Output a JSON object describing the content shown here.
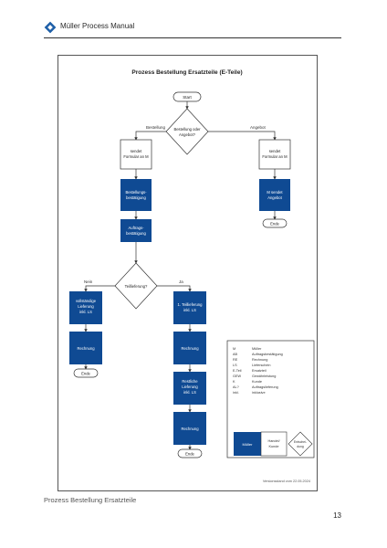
{
  "header": {
    "app_title": "Müller Process Manual",
    "logo_icon": "diamond-logo-icon"
  },
  "diagram": {
    "title": "Prozess Bestellung Ersatzteile (E-Teile)",
    "nodes": {
      "start": "Start",
      "decision1": [
        "Bestellung oder",
        "Angebot?"
      ],
      "form_left": [
        "sendet",
        "Formular an M"
      ],
      "form_right": [
        "sendet",
        "Formular an M"
      ],
      "confirm": [
        "Bestellungs-",
        "bestätigung"
      ],
      "offer": [
        "M sendet",
        "Angebot"
      ],
      "order_confirm": [
        "Auftrags-",
        "bestätigung"
      ],
      "decision2": "Teillieferung?",
      "left_delivery": [
        "vollständige",
        "Lieferung",
        "inkl. LS"
      ],
      "right_delivery": [
        "1. Teillieferung",
        "inkl. LS"
      ],
      "invoice_left": "Rechnung",
      "invoice_right": "Rechnung",
      "remaining": [
        "Restliche",
        "Lieferung",
        "inkl. LS"
      ],
      "invoice_final": "Rechnung",
      "end_left": "Ende",
      "end_right": "Ende",
      "end_bottom": "Ende"
    },
    "edges": {
      "bestellung": "Bestellung",
      "angebot": "Angebot",
      "nein": "Nein",
      "ja": "Ja"
    },
    "legend": {
      "items": [
        {
          "key": "M",
          "value": "Müller"
        },
        {
          "key": "AB",
          "value": "Auftragsbestätigung"
        },
        {
          "key": "RE",
          "value": "Rechnung"
        },
        {
          "key": "LS",
          "value": "Lieferschein"
        },
        {
          "key": "E-Teil",
          "value": "Ersatzteil"
        },
        {
          "key": "GEW",
          "value": "Gewährleistung"
        },
        {
          "key": "K",
          "value": "Kunde"
        },
        {
          "key": "AL?",
          "value": "Auftragslieferung"
        },
        {
          "key": "inkl.",
          "value": "inklusive"
        }
      ],
      "swatch_mueller": "Müller",
      "swatch_kunde": [
        "Handel/",
        "Kunde"
      ],
      "swatch_decision": [
        "Entschei-",
        "dung"
      ]
    },
    "version_note": "Versionsstand vom 22.05.2024"
  },
  "footer": {
    "caption": "Prozess Bestellung Ersatzteile",
    "page_number": "13"
  },
  "colors": {
    "accent_blue": "#0f4a93",
    "border": "#555555",
    "text": "#222222"
  }
}
